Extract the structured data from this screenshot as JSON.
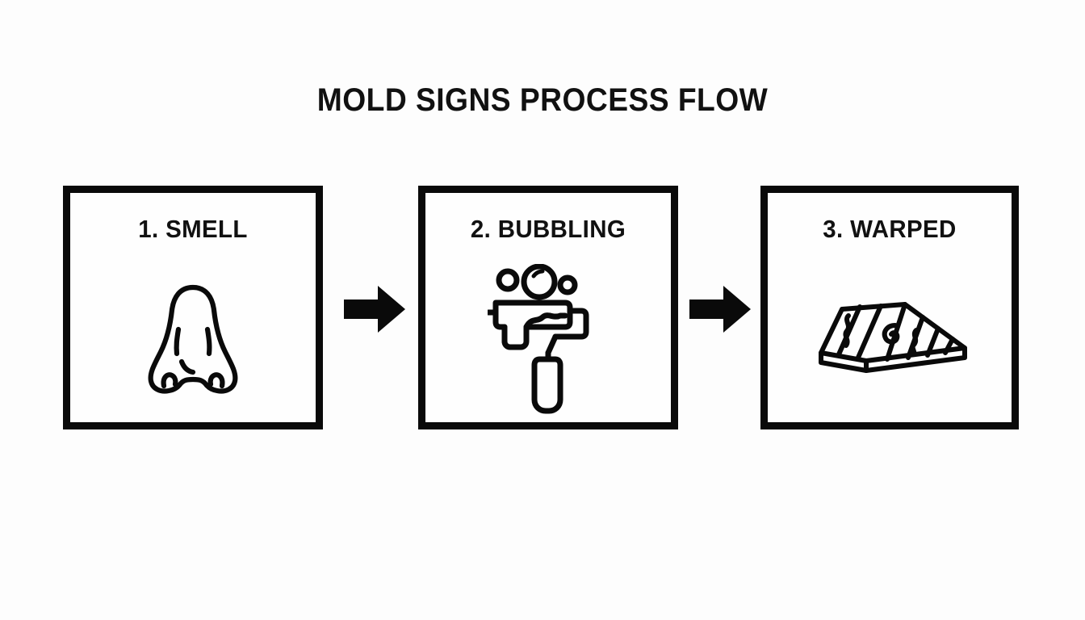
{
  "page": {
    "background_color": "#fdfdfd",
    "ink_color": "#0a0a0a"
  },
  "title": "MOLD SIGNS PROCESS FLOW",
  "flow": {
    "type": "linear-process-flow",
    "connector": "solid-black-right-arrow",
    "steps": [
      {
        "number": "1",
        "label": "1. SMELL",
        "icon": "nose-icon",
        "icon_description": "line-art human nose, front view"
      },
      {
        "number": "2",
        "label": "2. BUBBLING",
        "icon": "paint-roller-icon",
        "icon_description": "paint roller with dripping paint and three bubbles"
      },
      {
        "number": "3",
        "label": "3. WARPED",
        "icon": "warped-floorboards-icon",
        "icon_description": "buckled wood plank flooring panel in perspective"
      }
    ],
    "arrows": [
      {
        "name": "arrow-step1-to-step2",
        "direction": "right"
      },
      {
        "name": "arrow-step2-to-step3",
        "direction": "right"
      }
    ]
  }
}
